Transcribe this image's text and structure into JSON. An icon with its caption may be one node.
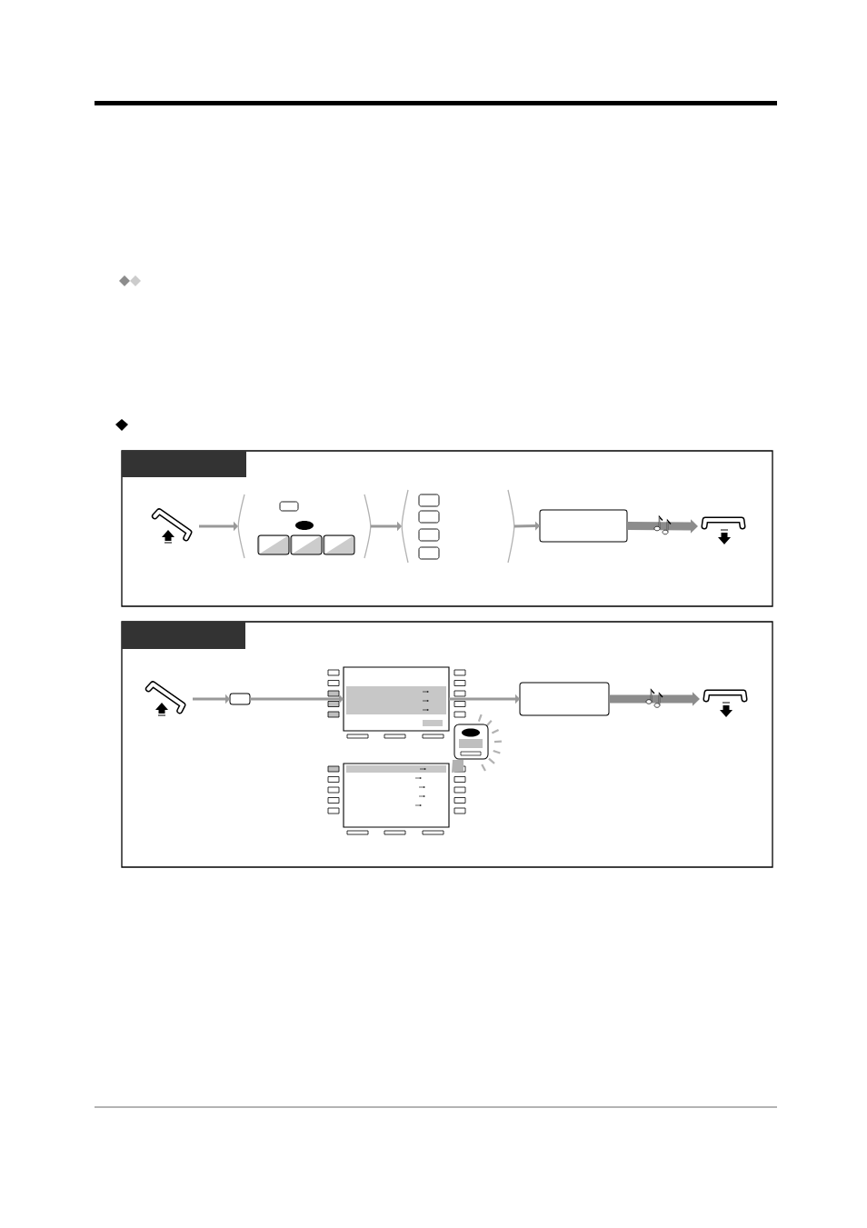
{
  "diagram": {
    "nodes": [
      {
        "text": [],
        "shape": "box"
      },
      {
        "text": [],
        "shape": "bar",
        "in": 0
      },
      {
        "text": [],
        "shape": "picture",
        "in": 0
      },
      {
        "text": [],
        "shape": "bracket",
        "in": 0
      },
      {
        "text": [],
        "shape": "bracket",
        "in": 0
      },
      {
        "text": [],
        "shape": "box",
        "in": 0
      },
      {
        "text": [],
        "shape": "picture",
        "in": 0
      },
      {
        "text": [],
        "shape": "box"
      },
      {
        "text": [],
        "shape": "bar",
        "in": 7
      },
      {
        "text": [],
        "shape": "picture",
        "in": 7
      },
      {
        "text": [],
        "shape": "box",
        "in": 7
      },
      {
        "text": [],
        "shape": "box",
        "in": 7
      },
      {
        "text": [],
        "shape": "box",
        "in": 7
      },
      {
        "text": [],
        "shape": "picture",
        "in": 7
      },
      {
        "text": [],
        "shape": "box",
        "in": 7
      }
    ],
    "edges": [
      {
        "from": 2,
        "to": 3,
        "arrow": "to"
      },
      {
        "from": 3,
        "to": 4,
        "arrow": "to"
      },
      {
        "from": 4,
        "to": 5,
        "arrow": "to"
      },
      {
        "from": 5,
        "to": 6,
        "arrow": "to",
        "style": "thick"
      },
      {
        "from": 9,
        "to": 10,
        "arrow": "to"
      },
      {
        "from": 10,
        "to": 11,
        "arrow": "to"
      },
      {
        "from": 11,
        "to": 12,
        "arrow": "to"
      },
      {
        "from": 12,
        "to": 13,
        "arrow": "to",
        "style": "thick"
      }
    ]
  }
}
